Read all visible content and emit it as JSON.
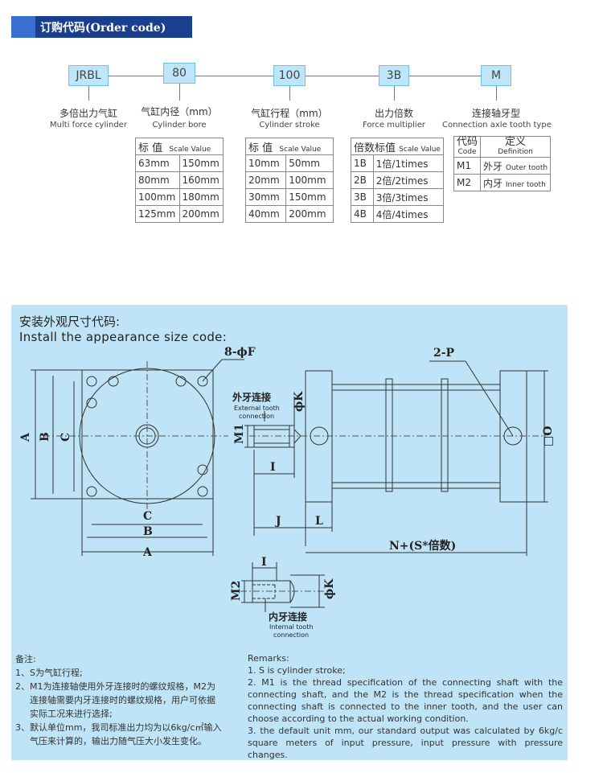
{
  "header": {
    "title": "订购代码(Order code)"
  },
  "codes": [
    {
      "code": "JRBL",
      "cn": "多倍出力气缸",
      "en": "Multi force cylinder"
    },
    {
      "code": "80",
      "cn": "气缸内径（mm）",
      "en": "Cylinder bore"
    },
    {
      "code": "100",
      "cn": "气缸行程（mm）",
      "en": "Cylinder stroke"
    },
    {
      "code": "3B",
      "cn": "出力倍数",
      "en": "Force multiplier"
    },
    {
      "code": "M",
      "cn": "连接轴牙型",
      "en": "Connection axle tooth type"
    }
  ],
  "bore_table": {
    "head_cn": "标 值",
    "head_en": "Scale Value",
    "rows": [
      [
        "63mm",
        "150mm"
      ],
      [
        "80mm",
        "160mm"
      ],
      [
        "100mm",
        "180mm"
      ],
      [
        "125mm",
        "200mm"
      ]
    ]
  },
  "stroke_table": {
    "head_cn": "标 值",
    "head_en": "Scale Value",
    "rows": [
      [
        "10mm",
        "50mm"
      ],
      [
        "20mm",
        "100mm"
      ],
      [
        "30mm",
        "150mm"
      ],
      [
        "40mm",
        "200mm"
      ]
    ]
  },
  "force_table": {
    "head_cn": "倍数标值",
    "head_en": "Scale Value",
    "rows": [
      [
        "1B",
        "1倍/1times"
      ],
      [
        "2B",
        "2倍/2times"
      ],
      [
        "3B",
        "3倍/3times"
      ],
      [
        "4B",
        "4倍/4times"
      ]
    ]
  },
  "tooth_table": {
    "head_code_cn": "代码",
    "head_code_en": "Code",
    "head_def_cn": "定义",
    "head_def_en": "Definition",
    "rows": [
      {
        "code": "M1",
        "cn": "外牙",
        "en": "Outer tooth"
      },
      {
        "code": "M2",
        "cn": "内牙",
        "en": "Inner tooth"
      }
    ]
  },
  "install": {
    "title_cn": "安装外观尺寸代码:",
    "title_en": "Install the appearance size code:"
  },
  "drawing": {
    "holes": "8-ϕF",
    "two_p": "2-P",
    "square_o": "□O",
    "A": "A",
    "B": "B",
    "C": "C",
    "I": "I",
    "J": "J",
    "L": "L",
    "K": "ϕK",
    "M1": "M1",
    "M2": "M2",
    "N": "N+(S*倍数)",
    "ext_cn": "外牙连接",
    "ext_en1": "External tooth",
    "ext_en2": "connection",
    "int_cn": "内牙连接",
    "int_en1": "Internal tooth",
    "int_en2": "connection"
  },
  "notes_cn": {
    "title": "备注:",
    "n1": "1、S为气缸行程;",
    "n2a": "2、M1为连接轴使用外牙连接时的螺纹规格，M2为",
    "n2b": "连接轴需要内牙连接时的螺纹规格，用户可依据",
    "n2c": "实际工况来进行选择;",
    "n3a": "3、默认单位mm，我司标准出力均为以6kg/c㎡输入",
    "n3b": "气压来计算的，输出力随气压大小发生变化。"
  },
  "notes_en": {
    "title": "Remarks:",
    "n1": "1. S is cylinder stroke;",
    "n2": "2. M1 is the thread specification of the connecting shaft with the connecting shaft, and the M2 is the thread specification when the connecting shaft is connected to the inner tooth, and the user can choose according to the actual working condition.",
    "n3": "3. the default unit mm, our standard output was calculated by 6kg/c square meters of input pressure, input pressure with pressure changes."
  },
  "colors": {
    "header_band": "#1b3f8f",
    "header_block": "#3a6fd0",
    "code_box": "#bfe6f8",
    "install_bg": "#bfe4f7"
  }
}
